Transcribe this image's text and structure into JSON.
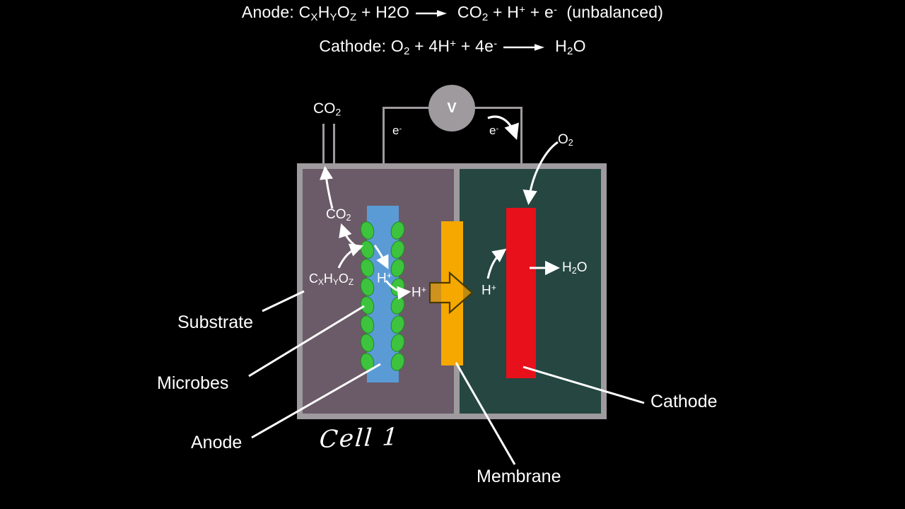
{
  "equations": {
    "anode": {
      "prefix": "Anode: ",
      "reactant": "CXHYOZ + H2O",
      "product": "CO2 + H+ + e-",
      "note": "(unbalanced)"
    },
    "cathode": {
      "prefix": "Cathode: ",
      "reactant": "O2 + 4H+ + 4e-",
      "product": "H2O"
    }
  },
  "diagram": {
    "title_handwritten": "Cell 1",
    "voltmeter_label": "V",
    "chamber_labels": {
      "co2_outlet": "CO2",
      "co2_inner": "CO2",
      "substrate_formula": "CXHYOZ",
      "electron_left": "e-",
      "electron_right": "e-",
      "oxygen": "O2",
      "proton_anode": "H+",
      "proton_transfer": "H+",
      "proton_cathode": "H+",
      "water": "H2O"
    },
    "callouts": [
      {
        "key": "substrate",
        "label": "Substrate"
      },
      {
        "key": "microbes",
        "label": "Microbes"
      },
      {
        "key": "anode",
        "label": "Anode"
      },
      {
        "key": "cathode",
        "label": "Cathode"
      },
      {
        "key": "membrane",
        "label": "Membrane"
      }
    ],
    "colors": {
      "background": "#000000",
      "tank_frame": "#9e9a9e",
      "anode_chamber": "#6b5b68",
      "cathode_chamber": "#254641",
      "anode_electrode": "#5b9bd5",
      "cathode_electrode": "#e8101a",
      "membrane": "#f5a800",
      "microbe": "#3dc33d",
      "microbe_outline": "#1f8a1f",
      "wire": "#9e9a9e",
      "text": "#ffffff"
    }
  }
}
